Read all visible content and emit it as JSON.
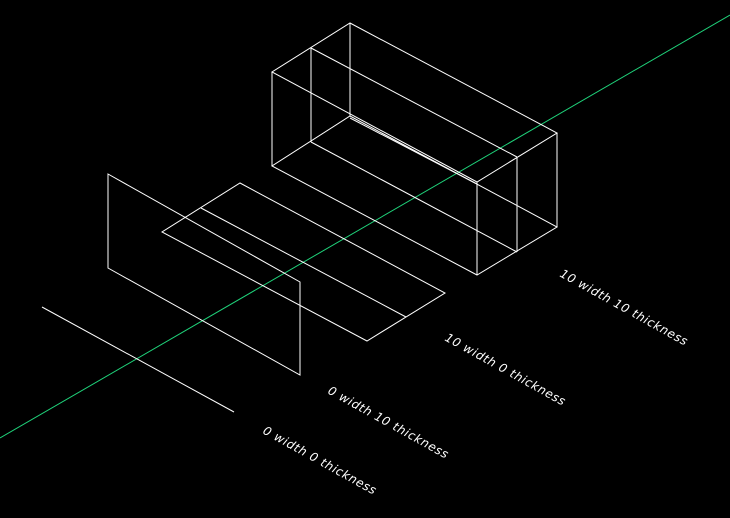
{
  "viewport": {
    "background": "#000000",
    "line_color": "#ffffff",
    "axis_color": "#1fd27a"
  },
  "labels": {
    "box": "10 width 10 thickness",
    "plane": "10 width 0 thickness",
    "wall": "0 width 10 thickness",
    "line": "0 width 0 thickness"
  }
}
